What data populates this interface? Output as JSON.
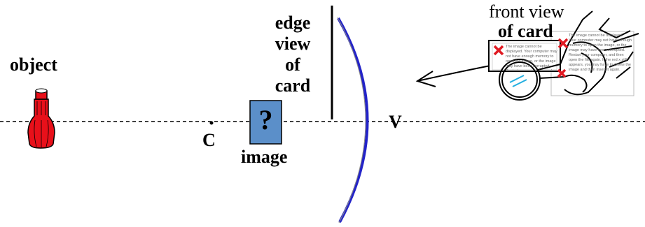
{
  "labels": {
    "object": "object",
    "center_point": "C",
    "image": "image",
    "image_mark": "?",
    "edge_view": [
      "edge",
      "view",
      "of",
      "card"
    ],
    "vertex": "V",
    "front_view_line1": "front view",
    "front_view_line2": "of card"
  },
  "colors": {
    "mirror": "#2323c8",
    "object_fill": "#e8101a",
    "image_box": "#5b8fc9",
    "x_mark": "#e01a22",
    "lens_lines": "#22aee0"
  },
  "card_error_text": {
    "left": "The image cannot be displayed. Your computer may not have enough memory to open the image, or the image may have been corrupted. Restart your computer, and then open the file again. If the red x still appears, you may have to delete the image and then insert it again.",
    "right": "The image cannot be displayed. Your computer may not have enough memory to open the image, or the image may have been corrupted. Restart your computer, and then open the file again. If the red x still appears, you may have to delete the image and then insert it again."
  }
}
